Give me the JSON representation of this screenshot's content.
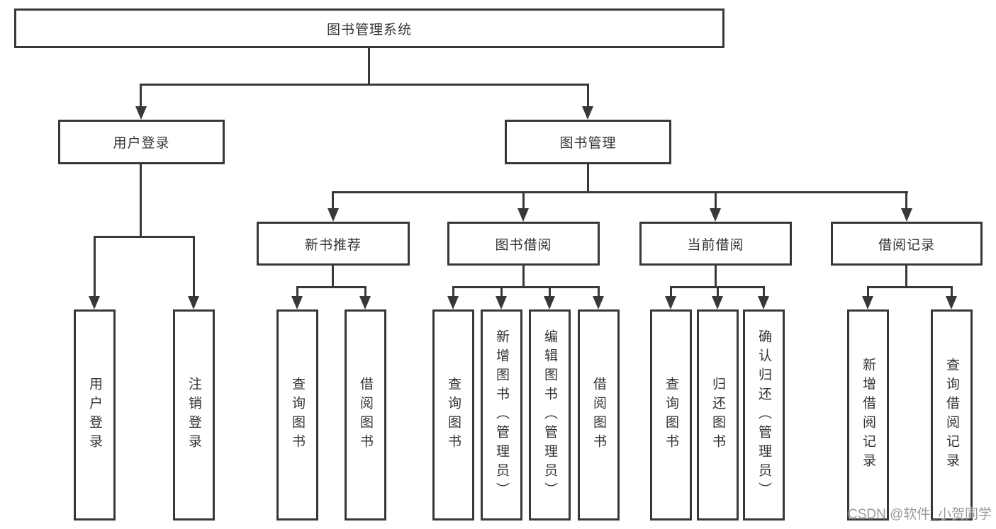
{
  "tree": {
    "root": "图书管理系统",
    "branches": [
      {
        "label": "用户登录",
        "children": [
          "用户登录",
          "注销登录"
        ]
      },
      {
        "label": "图书管理",
        "sections": [
          {
            "label": "新书推荐",
            "children": [
              "查询图书",
              "借阅图书"
            ]
          },
          {
            "label": "图书借阅",
            "children": [
              "查询图书",
              "新增图书（管理员）",
              "编辑图书（管理员）",
              "借阅图书"
            ]
          },
          {
            "label": "当前借阅",
            "children": [
              "查询图书",
              "归还图书",
              "确认归还（管理员）"
            ]
          },
          {
            "label": "借阅记录",
            "children": [
              "新增借阅记录",
              "查询借阅记录"
            ]
          }
        ]
      }
    ]
  },
  "watermark": {
    "text": "CSDN @软件_小贺同学"
  },
  "colors": {
    "line": "#383838",
    "text": "#333333",
    "background": "#ffffff",
    "watermark": "#919191"
  }
}
